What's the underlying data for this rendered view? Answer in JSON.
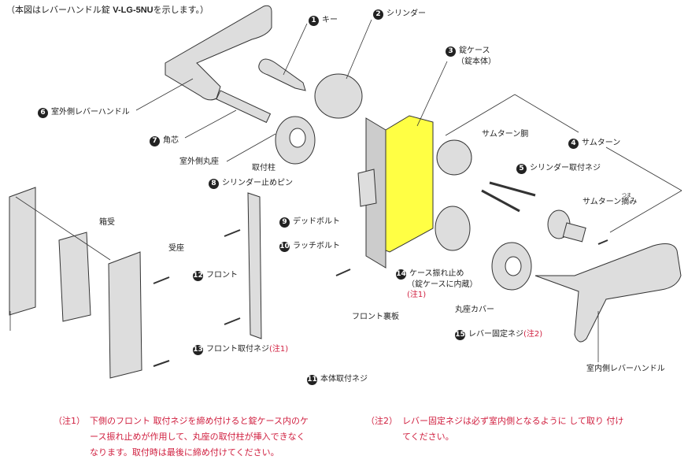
{
  "title": {
    "prefix": "（本図はレバーハンドル錠 ",
    "model": "V-LG-5NU",
    "suffix": "を示します。）"
  },
  "parts": [
    {
      "num": "1",
      "label": "キー"
    },
    {
      "num": "2",
      "label": "シリンダー"
    },
    {
      "num": "3",
      "label": "錠ケース",
      "sub": "（錠本体）"
    },
    {
      "num": "4",
      "label": "サムターン"
    },
    {
      "num": "5",
      "label": "シリンダー取付ネジ"
    },
    {
      "num": "6",
      "label": "室外側レバーハンドル"
    },
    {
      "num": "7",
      "label": "角芯"
    },
    {
      "num": "8",
      "label": "シリンダー止めピン"
    },
    {
      "num": "9",
      "label": "デッドボルト"
    },
    {
      "num": "10",
      "label": "ラッチボルト"
    },
    {
      "num": "11",
      "label": "本体取付ネジ"
    },
    {
      "num": "12",
      "label": "フロント"
    },
    {
      "num": "13",
      "label": "フロント取付ネジ",
      "note": "(注1)"
    },
    {
      "num": "14",
      "label": "ケース振れ止め",
      "sub": "（錠ケースに内蔵）",
      "note": "(注1)"
    },
    {
      "num": "15",
      "label": "レバー固定ネジ",
      "note": "(注2)"
    }
  ],
  "sub_labels": {
    "thumbturn_body": "サムターン胴",
    "thumbturn_knob": "サムターン摘み",
    "thumbturn_knob_ruby": "つま",
    "outer_rose": "室外側丸座",
    "mounting_post": "取付柱",
    "box_strike": "箱受",
    "strike_plate": "受座",
    "front_backplate": "フロント裏板",
    "rose_cover": "丸座カバー",
    "inner_lever": "室内側レバーハンドル"
  },
  "notes": [
    {
      "tag": "（注1）",
      "lines": [
        "下側のフロント 取付ネジを締め付けると錠ケース内のケ",
        "ース振れ止めが作用して、丸座の取付柱が挿入できなく",
        "なります。取付時は最後に締め付けてください。"
      ]
    },
    {
      "tag": "（注2）",
      "lines": [
        "レバー固定ネジは必ず室内側となるように して取り 付け",
        "てください。"
      ]
    }
  ],
  "colors": {
    "case": "#ffff44",
    "note": "#d02040",
    "part": "#d8d8d8"
  }
}
